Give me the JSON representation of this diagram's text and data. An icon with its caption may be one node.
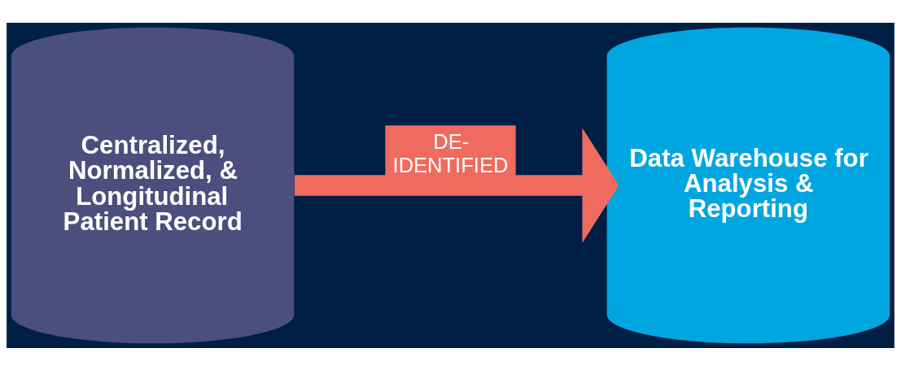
{
  "diagram": {
    "nodes": [
      {
        "text": [
          "Centralized, Normalized, & Longitudinal Patient Record"
        ]
      },
      {
        "text": [
          "Data Warehouse for Analysis & Reporting"
        ]
      }
    ],
    "edges": [
      {
        "from": 0,
        "to": 1,
        "arrow": "to",
        "label": "DE- IDENTIFIED",
        "color": "#ef6b60"
      }
    ]
  }
}
